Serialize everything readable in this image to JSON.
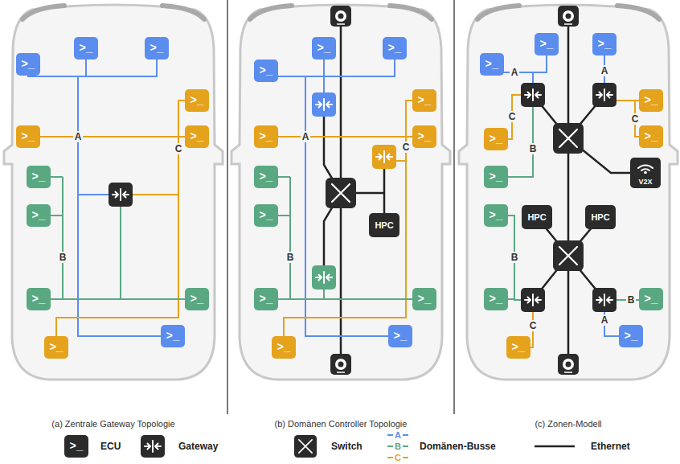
{
  "diagram": {
    "nodes": [
      {
        "text": [
          ">_"
        ]
      },
      {
        "text": [
          ">_"
        ]
      },
      {
        "text": [
          ">_"
        ]
      },
      {
        "text": [
          ">_"
        ]
      },
      {
        "text": [
          ">_"
        ]
      },
      {
        "text": [
          ">_"
        ]
      },
      {
        "text": [
          ">_"
        ]
      },
      {
        "text": [
          ">_"
        ]
      },
      {
        "text": [
          ">_"
        ]
      },
      {
        "text": [
          ">_"
        ]
      },
      {
        "text": [
          ">_"
        ]
      },
      {
        "text": [
          ">_"
        ]
      },
      {
        "text": [
          ">_"
        ]
      },
      {
        "text": [
          ">_"
        ]
      },
      {
        "text": [
          ">_"
        ]
      },
      {
        "text": [
          ">_"
        ]
      },
      {
        "text": [
          ">_"
        ]
      },
      {
        "text": [
          ">_"
        ]
      },
      {
        "text": [
          ">_"
        ]
      },
      {
        "text": [
          ">_"
        ]
      },
      {
        "text": [
          "HPC"
        ]
      },
      {
        "text": [
          ">_"
        ]
      },
      {
        "text": [
          ">_"
        ]
      },
      {
        "text": [
          ">_"
        ]
      },
      {
        "text": [
          ">_"
        ]
      },
      {
        "text": [
          ">_"
        ]
      },
      {
        "text": [
          ">_"
        ]
      },
      {
        "text": [
          ">_"
        ]
      },
      {
        "text": [
          ">_"
        ]
      },
      {
        "text": [
          ">_"
        ]
      },
      {
        "text": [
          ">_"
        ]
      },
      {
        "text": [
          ">_"
        ]
      },
      {
        "text": [
          "V2X"
        ]
      },
      {
        "text": [
          "HPC"
        ]
      },
      {
        "text": [
          "HPC"
        ]
      },
      {
        "text": [
          ">_"
        ]
      },
      {
        "text": [
          ">_"
        ]
      },
      {
        "text": [
          ">_"
        ]
      },
      {
        "text": [
          ">_"
        ]
      },
      {
        "text": [
          ">_"
        ]
      }
    ],
    "labels": [
      "A",
      "C",
      "B",
      "A",
      "C",
      "B",
      "A",
      "A",
      "C",
      "C",
      "B",
      "B",
      "B",
      "C",
      "A",
      "(a) Zentrale Gateway Topologie",
      "(b) Domänen Controller Topologie",
      "(c) Zonen-Modell",
      ">_",
      "A",
      "B",
      "C"
    ],
    "legend": [
      {
        "text": "ECU"
      },
      {
        "text": "Gateway"
      },
      {
        "text": "Switch"
      },
      {
        "text": "Domänen-Busse"
      },
      {
        "text": "Ethernet"
      }
    ]
  }
}
